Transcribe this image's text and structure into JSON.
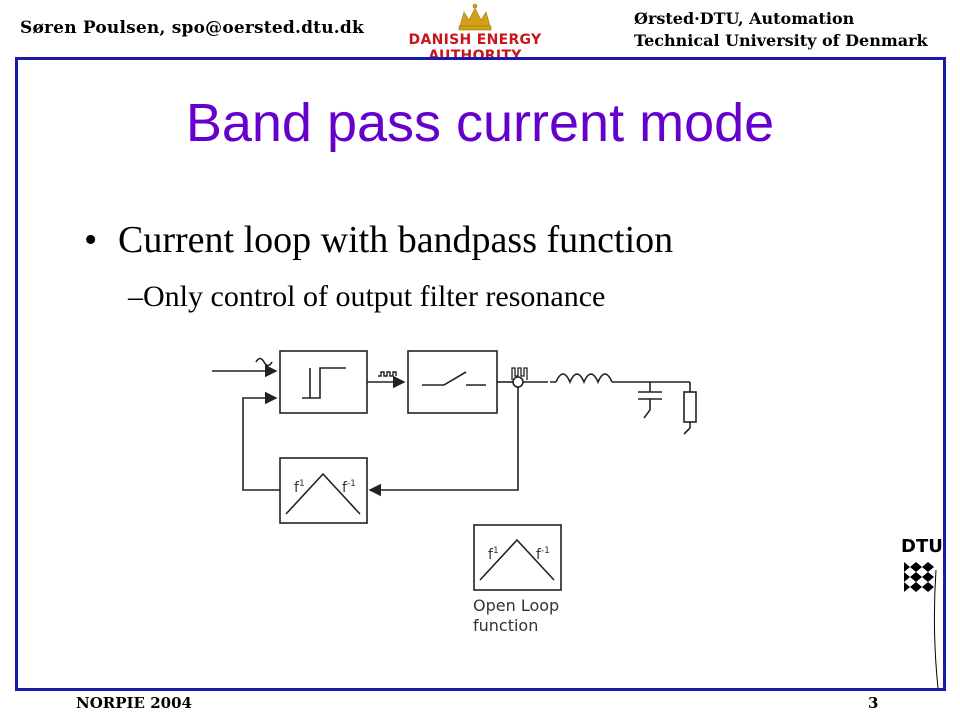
{
  "header": {
    "author": "Søren Poulsen, spo@oersted.dtu.dk",
    "logo_text": "DANISH ENERGY AUTHORITY",
    "institution_line1": "Ørsted·DTU, Automation",
    "institution_line2": "Technical University of Denmark"
  },
  "slide": {
    "title": "Band pass current mode",
    "bullet_main": "Current loop with bandpass function",
    "bullet_sub": "Only control of output filter resonance"
  },
  "diagram": {
    "filter_label_left": "f",
    "filter_label_left_exp": "1",
    "filter_label_right": "f",
    "filter_label_right_exp": "-1",
    "open_loop_label_line1": "Open Loop",
    "open_loop_label_line2": "function"
  },
  "dtu_logo_text": "DTU",
  "footer": {
    "conference": "NORPIE 2004",
    "page_number": "3"
  }
}
